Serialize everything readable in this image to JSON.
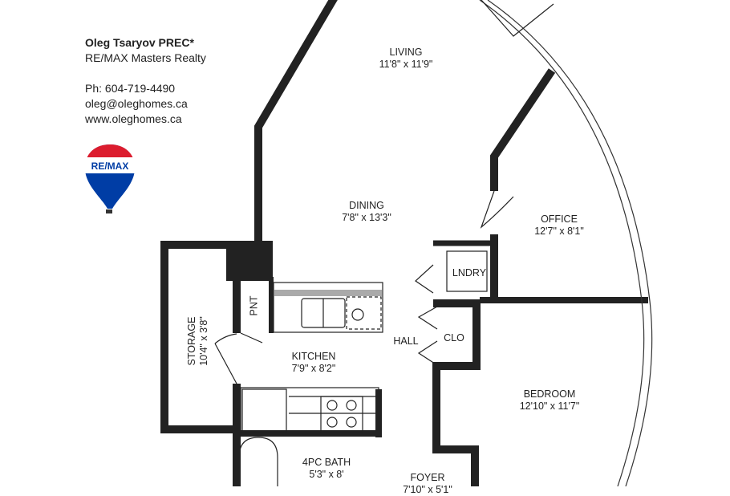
{
  "agent": {
    "name": "Oleg Tsaryov PREC*",
    "company": "RE/MAX Masters Realty",
    "phone": "Ph: 604-719-4490",
    "email": "oleg@oleghomes.ca",
    "website": "www.oleghomes.ca",
    "logo_text": "RE/MAX",
    "logo_colors": {
      "red": "#dc1c2e",
      "blue": "#003da5"
    }
  },
  "rooms": [
    {
      "name": "LIVING",
      "size": "11'8\" x 11'9\""
    },
    {
      "name": "DINING",
      "size": "7'8\" x 13'3\""
    },
    {
      "name": "OFFICE",
      "size": "12'7\" x 8'1\""
    },
    {
      "name": "KITCHEN",
      "size": "7'9\" x 8'2\""
    },
    {
      "name": "STORAGE",
      "size": "10'4\" x 3'8\""
    },
    {
      "name": "BEDROOM",
      "size": "12'10\" x 11'7\""
    },
    {
      "name": "4PC BATH",
      "size": "5'3\" x 8'"
    },
    {
      "name": "FOYER",
      "size": "7'10\" x 5'1\""
    },
    {
      "name": "PNT",
      "size": ""
    },
    {
      "name": "LNDRY",
      "size": ""
    },
    {
      "name": "HALL",
      "size": ""
    },
    {
      "name": "CLO",
      "size": ""
    }
  ],
  "wall_color": "#222222"
}
